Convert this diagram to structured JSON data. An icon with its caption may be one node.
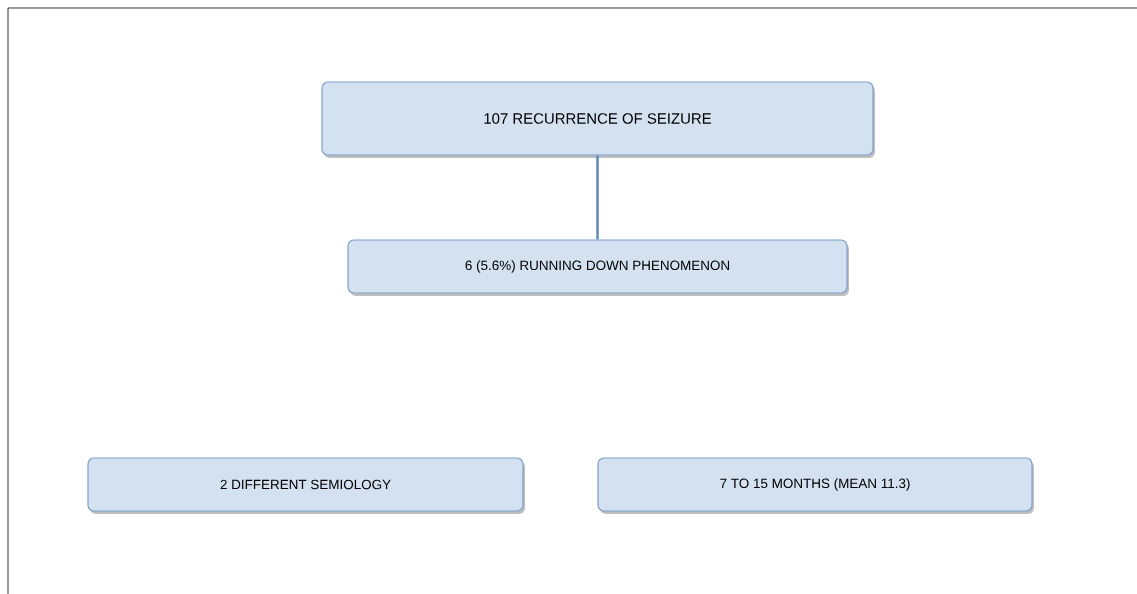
{
  "diagram": {
    "nodes": [
      {
        "text": [
          "107 RECURRENCE OF SEIZURE"
        ]
      },
      {
        "text": [
          "6 (5.6%) RUNNING DOWN PHENOMENON"
        ]
      },
      {
        "text": [
          "2 DIFFERENT SEMIOLOGY"
        ]
      },
      {
        "text": [
          "7 TO 15 MONTHS (MEAN 11.3)"
        ]
      }
    ],
    "edges": [
      {
        "from": 0,
        "to": 1,
        "arrow": "none"
      }
    ]
  }
}
